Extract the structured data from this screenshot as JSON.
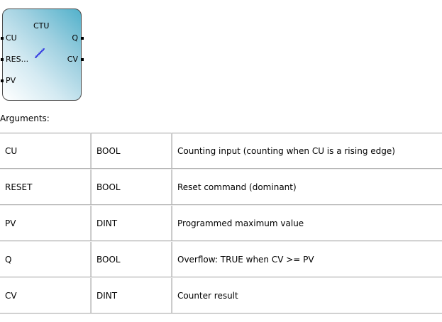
{
  "block": {
    "title": "CTU",
    "inputs": [
      "CU",
      "RES...",
      "PV"
    ],
    "outputs": [
      "Q",
      "CV"
    ],
    "fill_color": "#52b1cb",
    "icon": "counter-staircase-icon"
  },
  "arguments_heading": "Arguments:",
  "arguments": [
    {
      "name": "CU",
      "type": "BOOL",
      "description": "Counting input (counting when CU is a rising edge)"
    },
    {
      "name": "RESET",
      "type": "BOOL",
      "description": "Reset command (dominant)"
    },
    {
      "name": "PV",
      "type": "DINT",
      "description": "Programmed maximum value"
    },
    {
      "name": "Q",
      "type": "BOOL",
      "description": "Overflow: TRUE when CV >= PV"
    },
    {
      "name": "CV",
      "type": "DINT",
      "description": "Counter result"
    }
  ]
}
